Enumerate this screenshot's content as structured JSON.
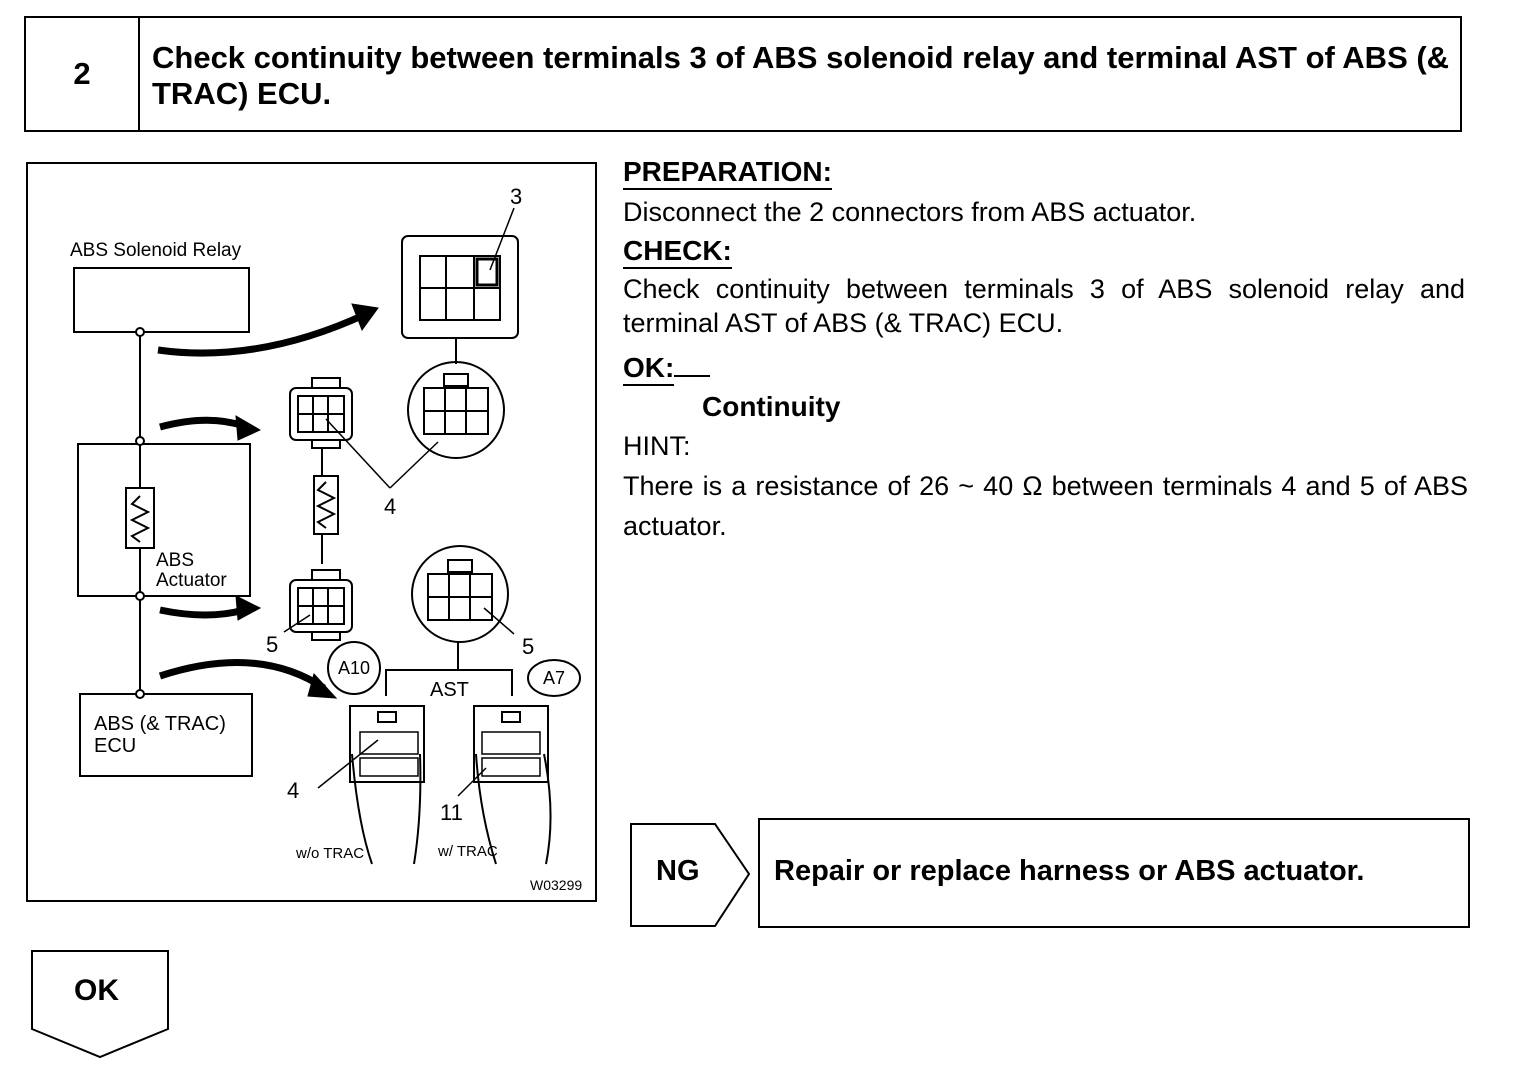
{
  "header": {
    "step_number": "2",
    "title": "Check continuity between terminals 3 of ABS solenoid relay and terminal AST of ABS (& TRAC) ECU."
  },
  "diagram": {
    "relay_label": "ABS Solenoid Relay",
    "actuator_label_1": "ABS",
    "actuator_label_2": "Actuator",
    "ecu_label_1": "ABS (& TRAC)",
    "ecu_label_2": "ECU",
    "terminal_3": "3",
    "terminal_4_top": "4",
    "terminal_5_left": "5",
    "terminal_5_right": "5",
    "terminal_4_bottom": "4",
    "terminal_11": "11",
    "connector_a10": "A10",
    "connector_a7": "A7",
    "ast_label": "AST",
    "wo_trac": "w/o TRAC",
    "w_trac": "w/ TRAC",
    "figure_code": "W03299"
  },
  "instructions": {
    "preparation_heading": "PREPARATION:",
    "preparation_text": "Disconnect the 2 connectors from ABS actuator.",
    "check_heading": "CHECK:",
    "check_text": "Check continuity between terminals 3 of ABS solenoid relay and terminal AST of ABS (& TRAC) ECU.",
    "ok_heading": "OK:",
    "ok_result": "Continuity",
    "hint_heading": "HINT:",
    "hint_text": "There is a resistance of 26 ~ 40 Ω between terminals 4 and 5 of ABS actuator."
  },
  "results": {
    "ng_label": "NG",
    "ng_action": "Repair or replace harness or ABS actuator.",
    "ok_label": "OK"
  }
}
